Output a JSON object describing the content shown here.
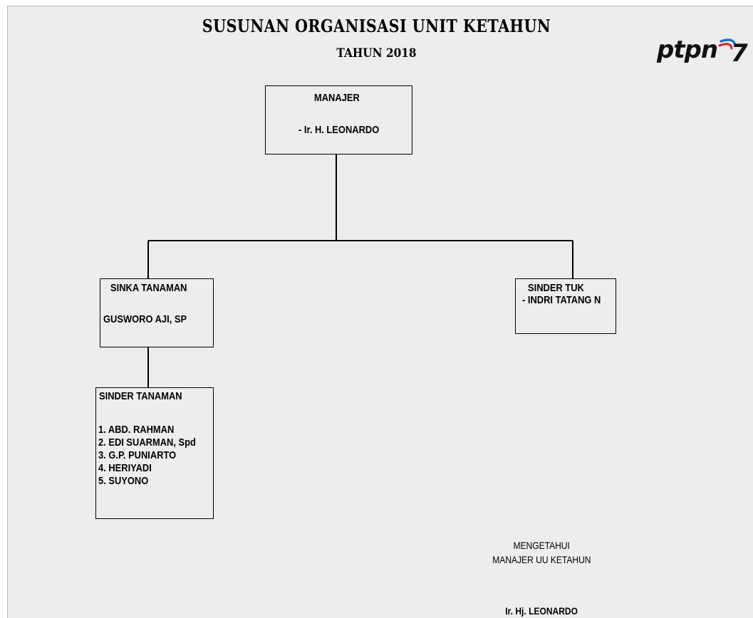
{
  "header": {
    "title": "SUSUNAN ORGANISASI UNIT KETAHUN",
    "subtitle": "TAHUN 2018",
    "logo_text": "ptpn",
    "logo_digit": "7"
  },
  "org": {
    "manajer": {
      "title": "MANAJER",
      "name": "- Ir.  H. LEONARDO"
    },
    "sinka_tanaman": {
      "title": "SINKA TANAMAN",
      "name": "GUSWORO AJI, SP"
    },
    "sinder_tuk": {
      "title": "SINDER TUK",
      "name": "- INDRI TATANG N"
    },
    "sinder_tanaman": {
      "title": "SINDER TANAMAN",
      "members": [
        "1. ABD. RAHMAN",
        "2. EDI SUARMAN,  Spd",
        "3. G.P. PUNIARTO",
        "4. HERIYADI",
        "5. SUYONO"
      ]
    }
  },
  "footer": {
    "line1": "MENGETAHUI",
    "line2": "MANAJER UU KETAHUN",
    "signatory": "Ir. Hj. LEONARDO"
  },
  "colors": {
    "background": "#ededed",
    "line": "#000000",
    "logo_swoosh_blue": "#1f6fc4",
    "logo_swoosh_red": "#d4232a"
  }
}
